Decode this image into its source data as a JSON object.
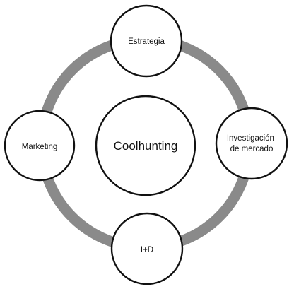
{
  "diagram": {
    "ring_color": "#8a8a8a",
    "outline_color": "#111111",
    "center": {
      "label": "Coolhunting"
    },
    "nodes": {
      "top": {
        "label": "Estrategia"
      },
      "right": {
        "line1": "Investigación",
        "line2": "de mercado"
      },
      "bottom": {
        "label": "I+D"
      },
      "left": {
        "label": "Marketing"
      }
    }
  }
}
